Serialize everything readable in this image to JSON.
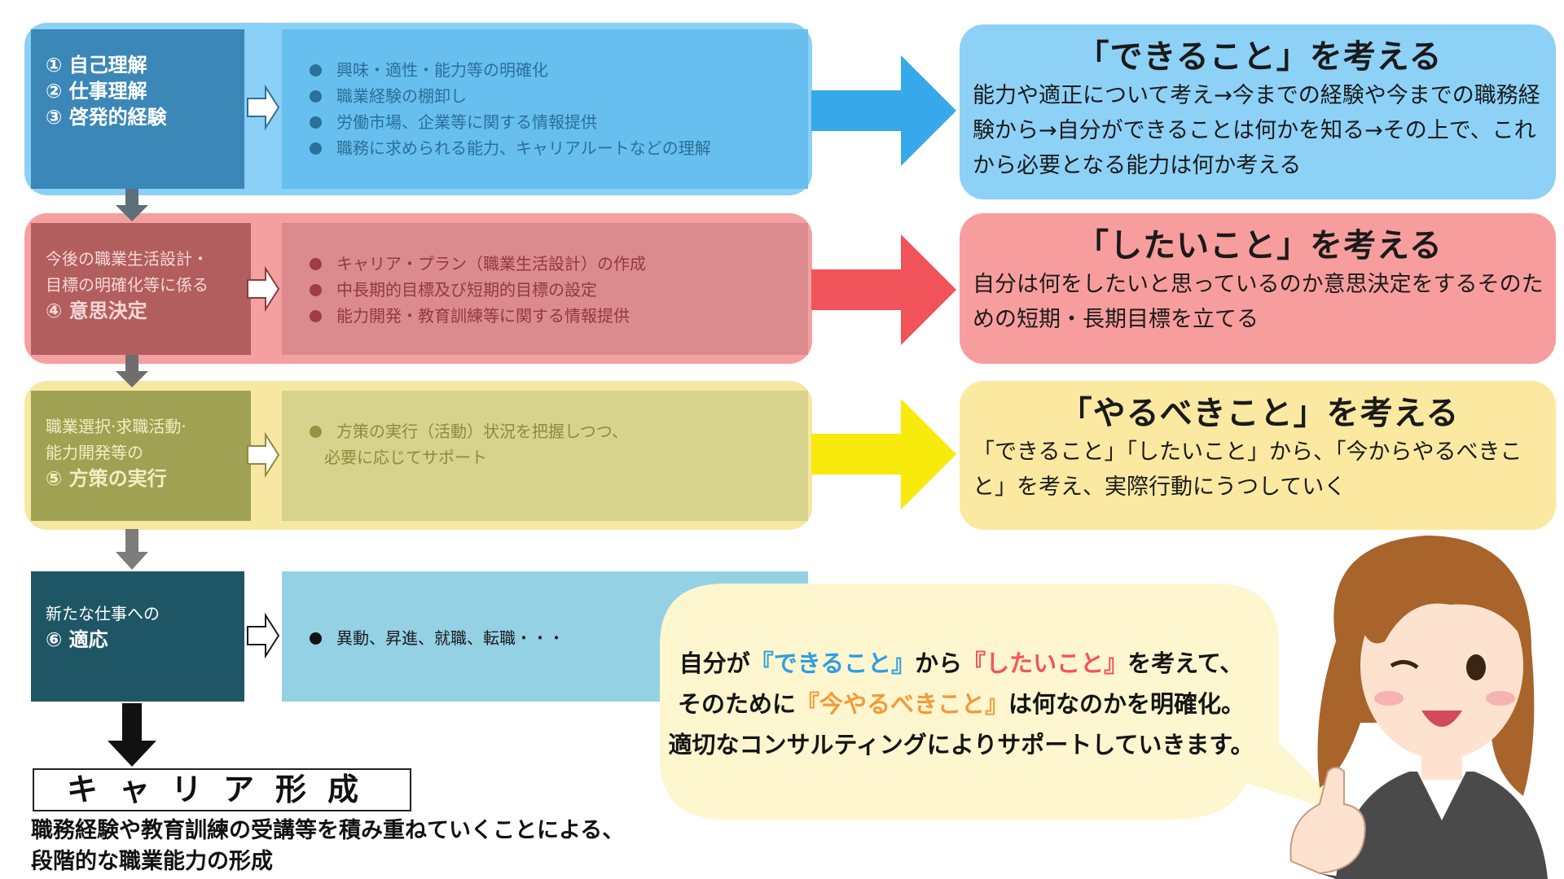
{
  "stages": [
    {
      "lines": [
        "① 自己理解",
        "② 仕事理解",
        "③ 啓発的経験"
      ]
    },
    {
      "lines": [
        "今後の職業生活設計・",
        "目標の明確化等に係る"
      ],
      "num_line": "④ 意思決定"
    },
    {
      "lines": [
        "職業選択·求職活動·",
        "能力開発等の"
      ],
      "num_line": "⑤ 方策の実行"
    },
    {
      "lines": [
        "新たな仕事への"
      ],
      "num_line": "⑥ 適応"
    }
  ],
  "details": [
    {
      "items": [
        "興味・適性・能力等の明確化",
        "職業経験の棚卸し",
        "労働市場、企業等に関する情報提供",
        "職務に求められる能力、キャリアルートなどの理解"
      ]
    },
    {
      "items": [
        "キャリア・プラン（職業生活設計）の作成",
        "中長期的目標及び短期的目標の設定",
        "能力開発・教育訓練等に関する情報提供"
      ]
    },
    {
      "items": [
        "方策の実行（活動）状況を把握しつつ、"
      ],
      "continuation": "必要に応じてサポート"
    },
    {
      "items": [
        "異動、昇進、就職、転職・・・"
      ]
    }
  ],
  "panels": [
    {
      "title": "「できること」を考える",
      "body": "能力や適正について考え→今までの経験や今までの職務経験から→自分ができることは何かを知る→その上で、これから必要となる能力は何か考える"
    },
    {
      "title": "「したいこと」を考える",
      "body": "自分は何をしたいと思っているのか意思決定をするそのための短期・長期目標を立てる"
    },
    {
      "title": "「やるべきこと」を考える",
      "body": "「できること」「したいこと」から、「今からやるべきこと」を考え、実際行動にうつしていく"
    }
  ],
  "career": {
    "title": "キャリア形成",
    "text_line1": "職務経験や教育訓練の受講等を積み重ねていくことによる、",
    "text_line2": "段階的な職業能力の形成"
  },
  "bubble": {
    "l1_a": "自分が",
    "l1_b": "『できること』",
    "l1_c": "から",
    "l1_d": "『したいこと』",
    "l1_e": "を考えて、",
    "l2_a": "そのために",
    "l2_b": "『今やるべきこと』",
    "l2_c": "は何なのかを明確化。",
    "l3": "適切なコンサルティングによりサポートしていきます。"
  },
  "colors": {
    "blue": "#8bd0f6",
    "red": "#f5a0a0",
    "yellow": "#f6e7a3",
    "dark_teal": "#1f5666"
  }
}
